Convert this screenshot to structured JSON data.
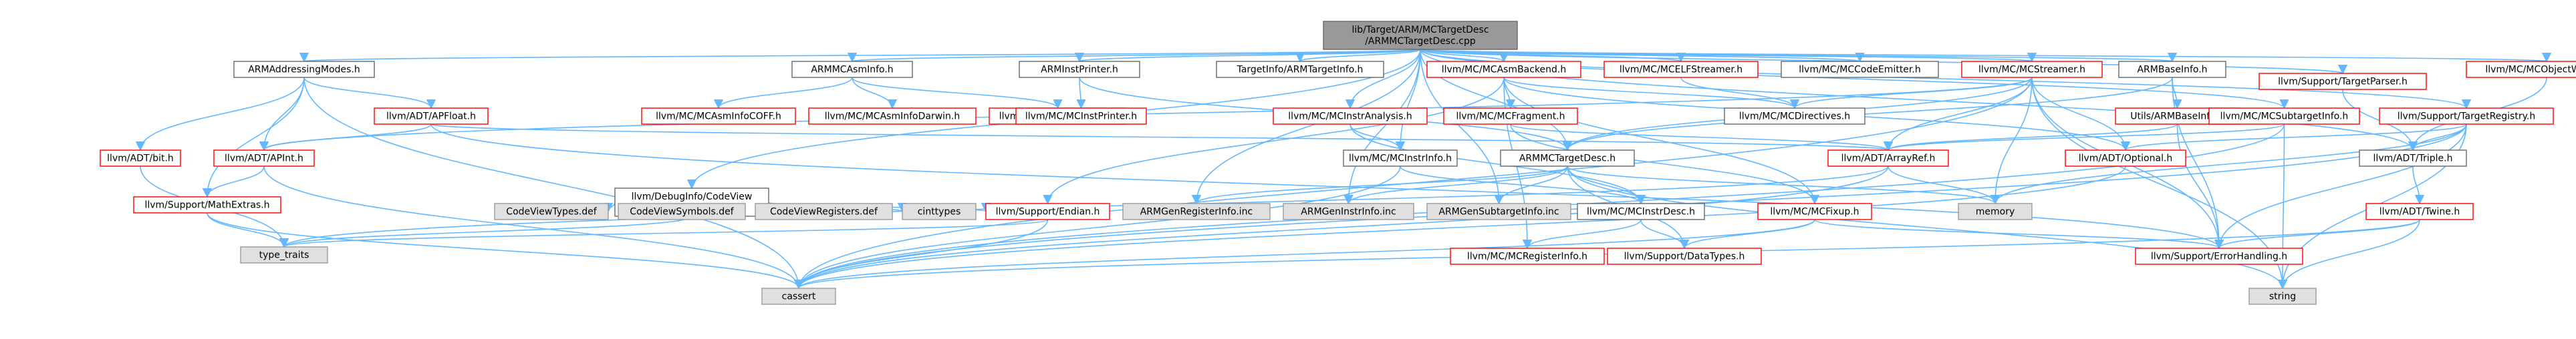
{
  "nodes": [
    {
      "id": "root",
      "lines": [
        "lib/Target/ARM/MCTargetDesc",
        "/ARMMCTargetDesc.cpp"
      ],
      "style": "root"
    },
    {
      "id": "addr",
      "lines": [
        "ARMAddressingModes.h"
      ],
      "style": "norm"
    },
    {
      "id": "asminfo",
      "lines": [
        "ARMMCAsmInfo.h"
      ],
      "style": "norm"
    },
    {
      "id": "instprinter",
      "lines": [
        "ARMInstPrinter.h"
      ],
      "style": "norm"
    },
    {
      "id": "targetinfo",
      "lines": [
        "TargetInfo/ARMTargetInfo.h"
      ],
      "style": "norm"
    },
    {
      "id": "asmbackend",
      "lines": [
        "llvm/MC/MCAsmBackend.h"
      ],
      "style": "red"
    },
    {
      "id": "elfstreamer",
      "lines": [
        "llvm/MC/MCELFStreamer.h"
      ],
      "style": "red"
    },
    {
      "id": "codeemitter",
      "lines": [
        "llvm/MC/MCCodeEmitter.h"
      ],
      "style": "norm"
    },
    {
      "id": "streamer",
      "lines": [
        "llvm/MC/MCStreamer.h"
      ],
      "style": "red"
    },
    {
      "id": "baseinfo",
      "lines": [
        "ARMBaseInfo.h"
      ],
      "style": "norm"
    },
    {
      "id": "objwriter",
      "lines": [
        "llvm/MC/MCObjectWriter.h"
      ],
      "style": "red"
    },
    {
      "id": "apfloat",
      "lines": [
        "llvm/ADT/APFloat.h"
      ],
      "style": "red"
    },
    {
      "id": "bit",
      "lines": [
        "llvm/ADT/bit.h"
      ],
      "style": "red"
    },
    {
      "id": "apint",
      "lines": [
        "llvm/ADT/APInt.h"
      ],
      "style": "red"
    },
    {
      "id": "mathextras",
      "lines": [
        "llvm/Support/MathExtras.h"
      ],
      "style": "red"
    },
    {
      "id": "codeview",
      "lines": [
        "llvm/DebugInfo/CodeView",
        "/CodeView.h"
      ],
      "style": "norm"
    },
    {
      "id": "asminfocoff",
      "lines": [
        "llvm/MC/MCAsmInfoCOFF.h"
      ],
      "style": "red"
    },
    {
      "id": "asminfodarwin",
      "lines": [
        "llvm/MC/MCAsmInfoDarwin.h"
      ],
      "style": "red"
    },
    {
      "id": "asminfoelf",
      "lines": [
        "llvm/MC/MCAsmInfoELF.h"
      ],
      "style": "red"
    },
    {
      "id": "mcinstprinter",
      "lines": [
        "llvm/MC/MCInstPrinter.h"
      ],
      "style": "red"
    },
    {
      "id": "instranalysis",
      "lines": [
        "llvm/MC/MCInstrAnalysis.h"
      ],
      "style": "red"
    },
    {
      "id": "fragment",
      "lines": [
        "llvm/MC/MCFragment.h"
      ],
      "style": "red"
    },
    {
      "id": "directives",
      "lines": [
        "llvm/MC/MCDirectives.h"
      ],
      "style": "norm"
    },
    {
      "id": "utilsbase",
      "lines": [
        "Utils/ARMBaseInfo.h"
      ],
      "style": "red"
    },
    {
      "id": "subtarget",
      "lines": [
        "llvm/MC/MCSubtargetInfo.h"
      ],
      "style": "red"
    },
    {
      "id": "targetregistry",
      "lines": [
        "llvm/Support/TargetRegistry.h"
      ],
      "style": "red"
    },
    {
      "id": "targetparser",
      "lines": [
        "llvm/Support/TargetParser.h"
      ],
      "style": "red"
    },
    {
      "id": "instrinfo",
      "lines": [
        "llvm/MC/MCInstrInfo.h"
      ],
      "style": "norm"
    },
    {
      "id": "armmctd",
      "lines": [
        "ARMMCTargetDesc.h"
      ],
      "style": "norm"
    },
    {
      "id": "arrayref",
      "lines": [
        "llvm/ADT/ArrayRef.h"
      ],
      "style": "red"
    },
    {
      "id": "optional",
      "lines": [
        "llvm/ADT/Optional.h"
      ],
      "style": "red"
    },
    {
      "id": "triple",
      "lines": [
        "llvm/ADT/Triple.h"
      ],
      "style": "norm"
    },
    {
      "id": "cvtypes",
      "lines": [
        "CodeViewTypes.def"
      ],
      "style": "grey"
    },
    {
      "id": "cvsymbols",
      "lines": [
        "CodeViewSymbols.def"
      ],
      "style": "grey"
    },
    {
      "id": "cvregs",
      "lines": [
        "CodeViewRegisters.def"
      ],
      "style": "grey"
    },
    {
      "id": "cinttypes",
      "lines": [
        "cinttypes"
      ],
      "style": "grey"
    },
    {
      "id": "endian",
      "lines": [
        "llvm/Support/Endian.h"
      ],
      "style": "red"
    },
    {
      "id": "genreg",
      "lines": [
        "ARMGenRegisterInfo.inc"
      ],
      "style": "grey"
    },
    {
      "id": "geninstr",
      "lines": [
        "ARMGenInstrInfo.inc"
      ],
      "style": "grey"
    },
    {
      "id": "gensub",
      "lines": [
        "ARMGenSubtargetInfo.inc"
      ],
      "style": "grey"
    },
    {
      "id": "instrdesc",
      "lines": [
        "llvm/MC/MCInstrDesc.h"
      ],
      "style": "norm"
    },
    {
      "id": "fixup",
      "lines": [
        "llvm/MC/MCFixup.h"
      ],
      "style": "red"
    },
    {
      "id": "memory",
      "lines": [
        "memory"
      ],
      "style": "grey"
    },
    {
      "id": "twine",
      "lines": [
        "llvm/ADT/Twine.h"
      ],
      "style": "red"
    },
    {
      "id": "typetraits",
      "lines": [
        "type_traits"
      ],
      "style": "grey"
    },
    {
      "id": "reginfo",
      "lines": [
        "llvm/MC/MCRegisterInfo.h"
      ],
      "style": "red"
    },
    {
      "id": "datatypes",
      "lines": [
        "llvm/Support/DataTypes.h"
      ],
      "style": "red"
    },
    {
      "id": "errorhandling",
      "lines": [
        "llvm/Support/ErrorHandling.h"
      ],
      "style": "red"
    },
    {
      "id": "cassert",
      "lines": [
        "cassert"
      ],
      "style": "grey"
    },
    {
      "id": "string",
      "lines": [
        "string"
      ],
      "style": "grey"
    }
  ],
  "edges": [
    [
      "root",
      "addr"
    ],
    [
      "root",
      "asminfo"
    ],
    [
      "root",
      "instprinter"
    ],
    [
      "root",
      "targetinfo"
    ],
    [
      "root",
      "asmbackend"
    ],
    [
      "root",
      "elfstreamer"
    ],
    [
      "root",
      "codeemitter"
    ],
    [
      "root",
      "streamer"
    ],
    [
      "root",
      "baseinfo"
    ],
    [
      "root",
      "objwriter"
    ],
    [
      "root",
      "codeview"
    ],
    [
      "root",
      "instranalysis"
    ],
    [
      "root",
      "armmctd"
    ],
    [
      "root",
      "subtarget"
    ],
    [
      "root",
      "targetregistry"
    ],
    [
      "root",
      "targetparser"
    ],
    [
      "root",
      "triple"
    ],
    [
      "root",
      "instrinfo"
    ],
    [
      "root",
      "geninstr"
    ],
    [
      "root",
      "genreg"
    ],
    [
      "root",
      "gensub"
    ],
    [
      "addr",
      "apfloat"
    ],
    [
      "addr",
      "bit"
    ],
    [
      "addr",
      "apint"
    ],
    [
      "addr",
      "mathextras"
    ],
    [
      "addr",
      "cassert"
    ],
    [
      "apfloat",
      "apint"
    ],
    [
      "apfloat",
      "arrayref"
    ],
    [
      "apfloat",
      "errorhandling"
    ],
    [
      "apint",
      "mathextras"
    ],
    [
      "apint",
      "cassert"
    ],
    [
      "bit",
      "typetraits"
    ],
    [
      "mathextras",
      "typetraits"
    ],
    [
      "mathextras",
      "cassert"
    ],
    [
      "asminfo",
      "asminfocoff"
    ],
    [
      "asminfo",
      "asminfodarwin"
    ],
    [
      "asminfo",
      "asminfoelf"
    ],
    [
      "instprinter",
      "mcinstprinter"
    ],
    [
      "instprinter",
      "armmctd"
    ],
    [
      "asmbackend",
      "fragment"
    ],
    [
      "asmbackend",
      "directives"
    ],
    [
      "asmbackend",
      "fixup"
    ],
    [
      "asmbackend",
      "optional"
    ],
    [
      "asmbackend",
      "endian"
    ],
    [
      "asmbackend",
      "reginfo"
    ],
    [
      "elfstreamer",
      "directives"
    ],
    [
      "streamer",
      "directives"
    ],
    [
      "streamer",
      "arrayref"
    ],
    [
      "streamer",
      "optional"
    ],
    [
      "streamer",
      "memory"
    ],
    [
      "streamer",
      "string"
    ],
    [
      "streamer",
      "cassert"
    ],
    [
      "streamer",
      "errorhandling"
    ],
    [
      "streamer",
      "apint"
    ],
    [
      "streamer",
      "armmctd"
    ],
    [
      "baseinfo",
      "utilsbase"
    ],
    [
      "baseinfo",
      "armmctd"
    ],
    [
      "baseinfo",
      "errorhandling"
    ],
    [
      "objwriter",
      "triple"
    ],
    [
      "codeview",
      "cvtypes"
    ],
    [
      "codeview",
      "cvsymbols"
    ],
    [
      "codeview",
      "cvregs"
    ],
    [
      "codeview",
      "cinttypes"
    ],
    [
      "codeview",
      "endian"
    ],
    [
      "codeview",
      "typetraits"
    ],
    [
      "instranalysis",
      "instrinfo"
    ],
    [
      "instranalysis",
      "instrdesc"
    ],
    [
      "fragment",
      "arrayref"
    ],
    [
      "fragment",
      "fixup"
    ],
    [
      "utilsbase",
      "arrayref"
    ],
    [
      "utilsbase",
      "errorhandling"
    ],
    [
      "subtarget",
      "arrayref"
    ],
    [
      "subtarget",
      "string"
    ],
    [
      "subtarget",
      "cassert"
    ],
    [
      "targetregistry",
      "triple"
    ],
    [
      "targetregistry",
      "optional"
    ],
    [
      "targetregistry",
      "memory"
    ],
    [
      "targetregistry",
      "errorhandling"
    ],
    [
      "targetregistry",
      "string"
    ],
    [
      "targetregistry",
      "cassert"
    ],
    [
      "targetparser",
      "triple"
    ],
    [
      "instrinfo",
      "instrdesc"
    ],
    [
      "instrinfo",
      "cassert"
    ],
    [
      "armmctd",
      "instrdesc"
    ],
    [
      "armmctd",
      "memory"
    ],
    [
      "armmctd",
      "string"
    ],
    [
      "armmctd",
      "datatypes"
    ],
    [
      "armmctd",
      "genreg"
    ],
    [
      "armmctd",
      "geninstr"
    ],
    [
      "armmctd",
      "gensub"
    ],
    [
      "arrayref",
      "memory"
    ],
    [
      "arrayref",
      "typetraits"
    ],
    [
      "arrayref",
      "cassert"
    ],
    [
      "optional",
      "cassert"
    ],
    [
      "triple",
      "twine"
    ],
    [
      "twine",
      "errorhandling"
    ],
    [
      "twine",
      "string"
    ],
    [
      "twine",
      "cassert"
    ],
    [
      "instrdesc",
      "reginfo"
    ],
    [
      "instrdesc",
      "datatypes"
    ],
    [
      "fixup",
      "datatypes"
    ],
    [
      "fixup",
      "errorhandling"
    ],
    [
      "fixup",
      "cassert"
    ],
    [
      "endian",
      "cassert"
    ],
    [
      "endian",
      "typetraits"
    ]
  ],
  "colors": {
    "edge": "#63b8ff",
    "root_fill": "#999999",
    "grey_fill": "#e0e0e0",
    "red_border": "#ff0000",
    "node_border": "#666666"
  }
}
